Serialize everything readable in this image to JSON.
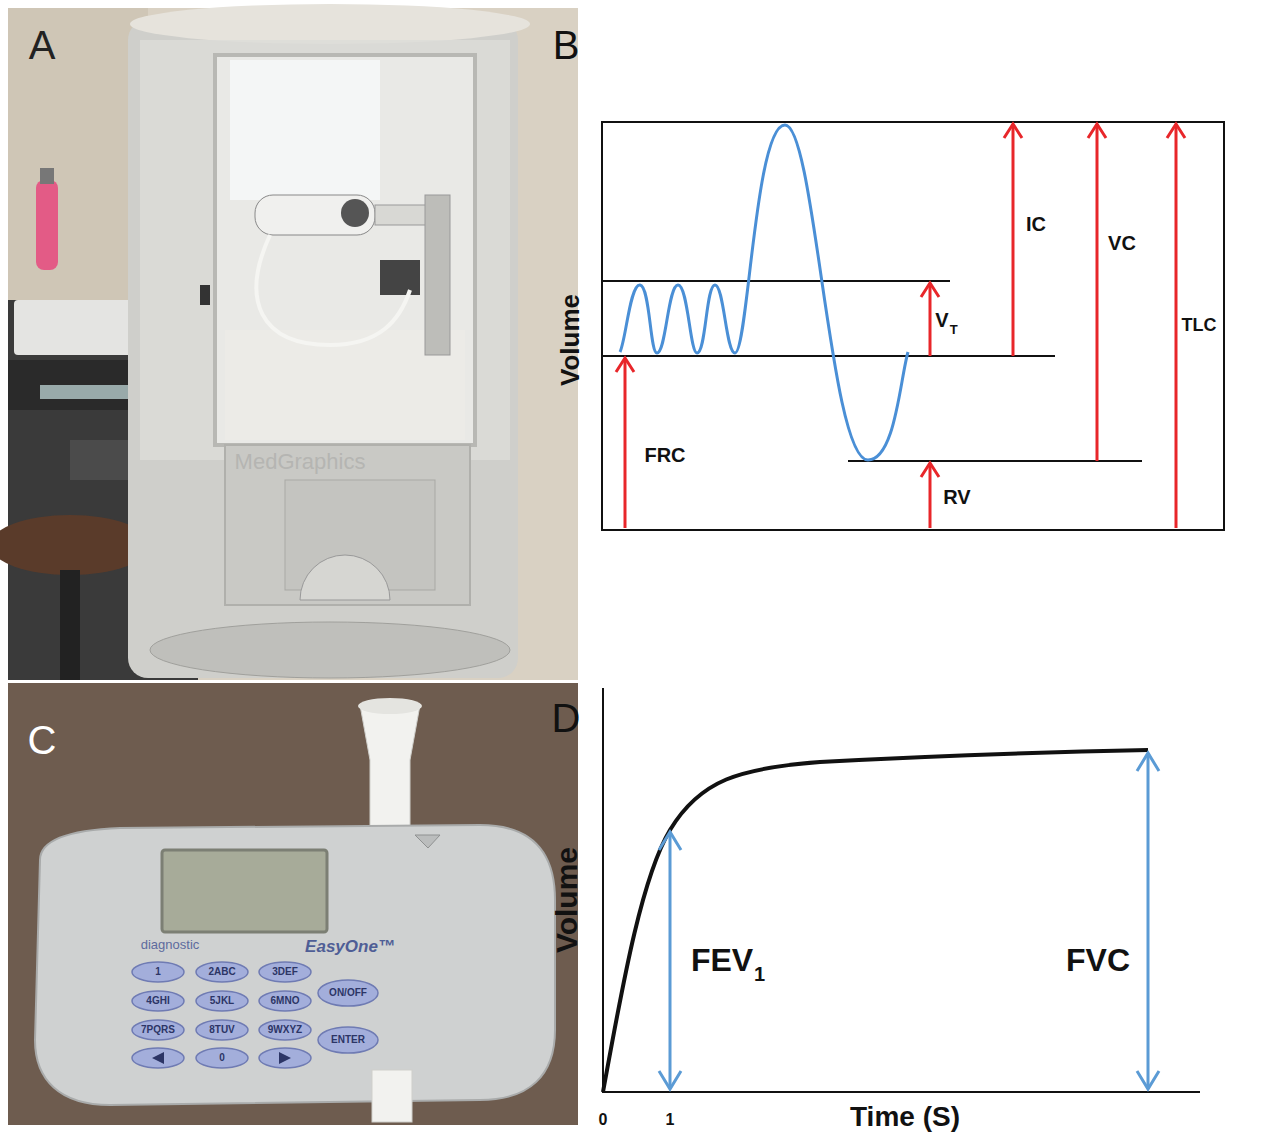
{
  "diagram": {
    "labels": [
      "A",
      "B",
      "C",
      "D",
      "Volume",
      "IC",
      "VC",
      "TLC",
      "V",
      "T",
      "FRC",
      "RV",
      "Volume",
      "FEV",
      "1",
      "FVC",
      "0",
      "1",
      "Time (S)",
      "MedGraphics",
      "diagnostic",
      "EasyOne™",
      "1",
      "2ABC",
      "3DEF",
      "ON/OFF",
      "4GHI",
      "5JKL",
      "6MNO",
      "7PQRS",
      "8TUV",
      "9WXYZ",
      "ENTER",
      "0"
    ]
  }
}
